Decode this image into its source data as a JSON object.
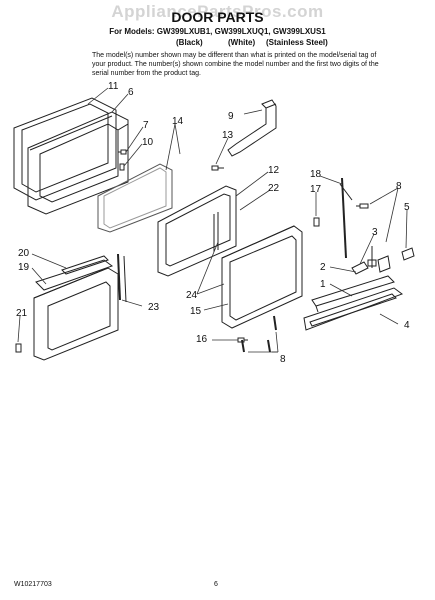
{
  "watermark": "AppliancePartsPros.com",
  "title": "DOOR PARTS",
  "models_line": "For Models: GW399LXUB1, GW399LXUQ1, GW399LXUS1",
  "colors": [
    "(Black)",
    "(White)",
    "(Stainless Steel)"
  ],
  "note": "The model(s) number shown may be different than what is printed on the model/serial tag of your product. The number(s) shown combine the model number and the first two digits of the serial number from the product tag.",
  "callouts": [
    "11",
    "6",
    "7",
    "14",
    "10",
    "9",
    "13",
    "12",
    "22",
    "18",
    "17",
    "8",
    "5",
    "3",
    "2",
    "1",
    "20",
    "19",
    "23",
    "24",
    "15",
    "21",
    "4",
    "16",
    "8"
  ],
  "footer": {
    "doc_number": "W10217703",
    "page_number": "6"
  }
}
